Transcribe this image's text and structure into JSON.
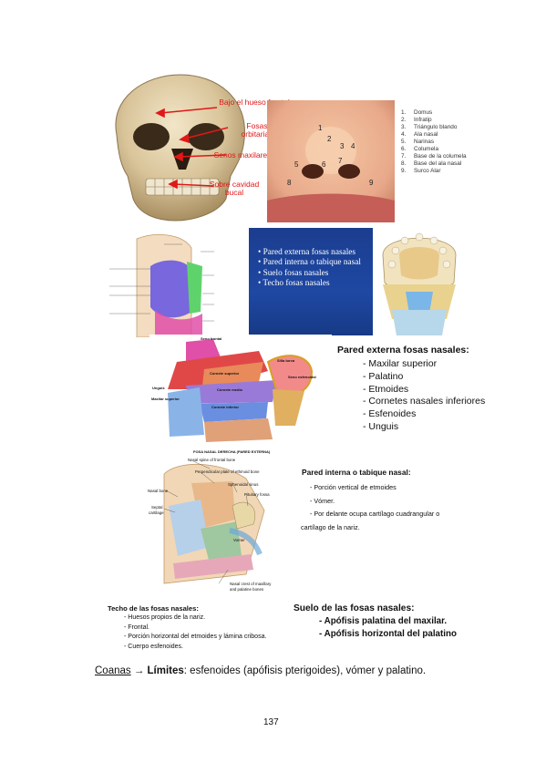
{
  "skull_callouts": {
    "frontal": "Bajo el hueso frontal",
    "orbitas": "Fosas orbitarias",
    "senos": "Senos maxilares",
    "bucal_line1": "Sobre cavidad",
    "bucal_line2": "bucal"
  },
  "nose_legend": [
    {
      "n": "1.",
      "t": "Domus"
    },
    {
      "n": "2.",
      "t": "Infratip"
    },
    {
      "n": "3.",
      "t": "Triángulo blando"
    },
    {
      "n": "4.",
      "t": "Ala nasal"
    },
    {
      "n": "5.",
      "t": "Narinas"
    },
    {
      "n": "6.",
      "t": "Columela"
    },
    {
      "n": "7.",
      "t": "Base de la columela"
    },
    {
      "n": "8.",
      "t": "Base del ala nasal"
    },
    {
      "n": "9.",
      "t": "Surco Alar"
    }
  ],
  "nose_numbers": [
    "1",
    "2",
    "3",
    "4",
    "5",
    "6",
    "7",
    "8",
    "9"
  ],
  "slide_items": [
    "• Pared externa fosas nasales",
    "• Pared interna o tabique nasal",
    "• Suelo fosas nasales",
    "• Techo fosas nasales"
  ],
  "lateral_fig_labels": {
    "top": "Seno frontal",
    "ungis": "Unguis",
    "maxilar": "Maxilar superior",
    "cornete_sup": "Cornete superior",
    "cornete_medio": "Cornete medio",
    "cornete_inf": "Cornete inferior",
    "silla": "Silla turca",
    "esfenoidal": "Seno esfenoidal",
    "caption": "FOSA NASAL DERECHA (PARED EXTERNA)"
  },
  "lateral": {
    "heading": "Pared externa fosas nasales:",
    "items": [
      "- Maxilar superior",
      "- Palatino",
      "- Etmoides",
      "- Cornetes nasales inferiores",
      "- Esfenoides",
      "- Unguis"
    ]
  },
  "septum_fig_labels": {
    "spine": "Nasal spine of frontal bone",
    "perpendicular": "Perpendicular plate of ethmoid bone",
    "sphenoidal": "Sphenoidal sinus",
    "pituitary": "Pituitary fossa",
    "nasal_bone": "Nasal bone",
    "septal_1": "Septal",
    "septal_2": "cartilage",
    "vomer": "Vomer",
    "crest_1": "Nasal crest of maxillary",
    "crest_2": "and palatine bones"
  },
  "septum": {
    "heading": "Pared interna o tabique nasal:",
    "items": [
      "- Porción vertical de etmoides",
      "- Vómer.",
      "- Por delante ocupa cartílago cuadrangular o",
      "cartílago de la nariz."
    ]
  },
  "roof": {
    "heading": "Techo de las fosas nasales:",
    "items": [
      "- Huesos propios de la nariz.",
      "- Frontal.",
      "- Porción horizontal del etmoides y lámina cribosa.",
      "- Cuerpo esfenoides."
    ]
  },
  "floor": {
    "heading": "Suelo de las fosas nasales:",
    "items": [
      "- Apófisis palatina del maxilar.",
      "- Apófisis horizontal del palatino"
    ]
  },
  "coanas": {
    "term": "Coanas",
    "arrow": " → ",
    "label": "Límites",
    "text": ": esfenoides (apófisis pterigoides), vómer y palatino."
  },
  "page_number": "137",
  "colors": {
    "callout": "#e01818",
    "slide_bg": "#1e48a3"
  }
}
